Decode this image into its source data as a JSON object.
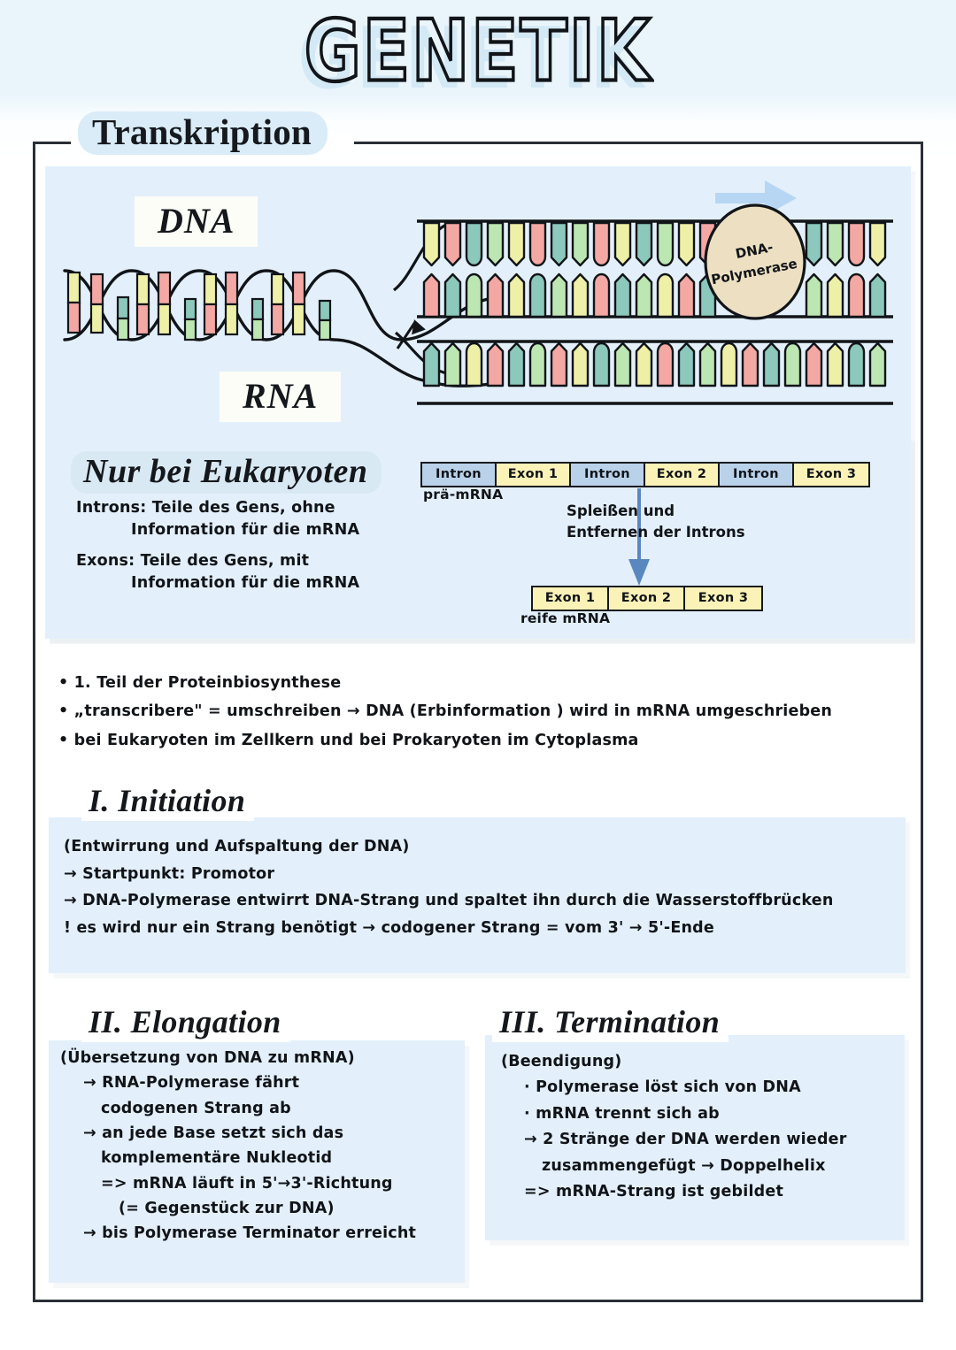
{
  "page": {
    "main_title": "GENETIK",
    "section_banner": "Transkription"
  },
  "diagram": {
    "dna_label": "DNA",
    "rna_label": "RNA",
    "polymerase_label_line1": "DNA-",
    "polymerase_label_line2": "Polymerase",
    "direction_arrow": "right-arrow-icon"
  },
  "eukaryoten": {
    "title": "Nur bei Eukaryoten",
    "introns_def_line1": "Introns: Teile des Gens, ohne",
    "introns_def_line2": "Information für die mRNA",
    "exons_def_line1": "Exons: Teile des Gens, mit",
    "exons_def_line2": "Information für die mRNA",
    "pre_mrna_caption": "prä-mRNA",
    "pre_mrna_blocks": [
      {
        "label": "Intron",
        "type": "intron"
      },
      {
        "label": "Exon 1",
        "type": "exon"
      },
      {
        "label": "Intron",
        "type": "intron"
      },
      {
        "label": "Exon 2",
        "type": "exon"
      },
      {
        "label": "Intron",
        "type": "intron"
      },
      {
        "label": "Exon 3",
        "type": "exon"
      }
    ],
    "splice_line1": "Spleißen und",
    "splice_line2": "Entfernen der Introns",
    "mature_blocks": [
      {
        "label": "Exon 1",
        "type": "exon"
      },
      {
        "label": "Exon 2",
        "type": "exon"
      },
      {
        "label": "Exon 3",
        "type": "exon"
      }
    ],
    "mature_caption": "reife mRNA"
  },
  "bullets": [
    "• 1. Teil der Proteinbiosynthese",
    "• „transcribere\" = umschreiben → DNA (Erbinformation ) wird in mRNA umgeschrieben",
    "• bei Eukaryoten im Zellkern und bei Prokaryoten im Cytoplasma"
  ],
  "initiation": {
    "heading": "I. Initiation",
    "lines": [
      "(Entwirrung und Aufspaltung der DNA)",
      "→ Startpunkt: Promotor",
      "→ DNA-Polymerase entwirrt DNA-Strang und spaltet ihn durch die Wasserstoffbrücken",
      "! es wird nur ein Strang benötigt → codogener Strang = vom 3' → 5'-Ende"
    ]
  },
  "elongation": {
    "heading": "II. Elongation",
    "lines": [
      {
        "text": "(Übersetzung von DNA zu mRNA)",
        "indent": 0
      },
      {
        "text": "→ RNA-Polymerase fährt",
        "indent": 1
      },
      {
        "text": "codogenen Strang ab",
        "indent": 2
      },
      {
        "text": "→ an jede Base setzt sich das",
        "indent": 1
      },
      {
        "text": "komplementäre Nukleotid",
        "indent": 2
      },
      {
        "text": "=> mRNA läuft in 5'→3'-Richtung",
        "indent": 2
      },
      {
        "text": "(= Gegenstück zur DNA)",
        "indent": 3
      },
      {
        "text": "→ bis Polymerase Terminator erreicht",
        "indent": 1
      }
    ]
  },
  "termination": {
    "heading": "III. Termination",
    "lines": [
      {
        "text": "(Beendigung)",
        "indent": 0
      },
      {
        "text": "· Polymerase löst sich von DNA",
        "indent": 1
      },
      {
        "text": "· mRNA trennt sich ab",
        "indent": 1
      },
      {
        "text": "→ 2 Stränge der DNA werden wieder",
        "indent": 1
      },
      {
        "text": "zusammengefügt → Doppelhelix",
        "indent": 2
      },
      {
        "text": "=> mRNA-Strang ist gebildet",
        "indent": 1
      }
    ]
  },
  "colors": {
    "card_blue": "#e3f0fb",
    "highlight_blue": "#d9ecf8",
    "intron_blue": "#b9d2ea",
    "exon_yellow": "#fbf2b8",
    "base_yellow": "#eff0a8",
    "base_red": "#f4a8a4",
    "base_teal": "#8cc8bb",
    "base_green": "#bde7b2",
    "polymerase_beige": "#ede0c2",
    "arrow_blue": "#b6d6f3",
    "splice_arrow_blue": "#5b87c0",
    "ink": "#111418"
  }
}
